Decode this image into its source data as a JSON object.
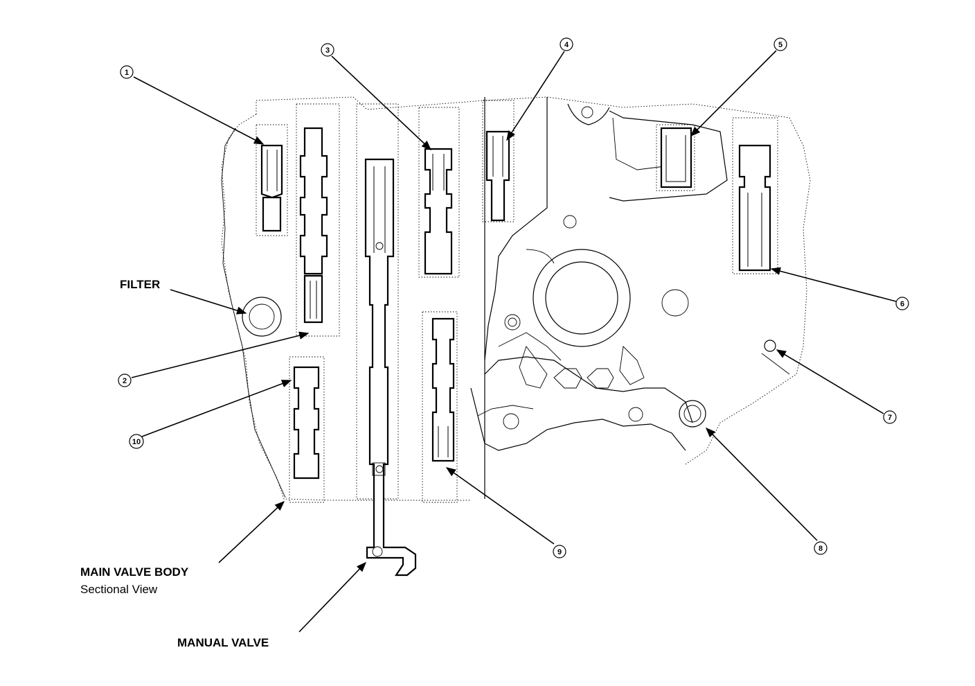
{
  "labels": {
    "filter": "FILTER",
    "main_valve_body": "MAIN VALVE BODY",
    "sectional_view": "Sectional View",
    "manual_valve": "MANUAL VALVE"
  },
  "callouts": [
    {
      "id": "1",
      "text": "1"
    },
    {
      "id": "2",
      "text": "2"
    },
    {
      "id": "3",
      "text": "3"
    },
    {
      "id": "4",
      "text": "4"
    },
    {
      "id": "5",
      "text": "5"
    },
    {
      "id": "6",
      "text": "6"
    },
    {
      "id": "7",
      "text": "7"
    },
    {
      "id": "8",
      "text": "8"
    },
    {
      "id": "9",
      "text": "9"
    },
    {
      "id": "10",
      "text": "10"
    }
  ]
}
